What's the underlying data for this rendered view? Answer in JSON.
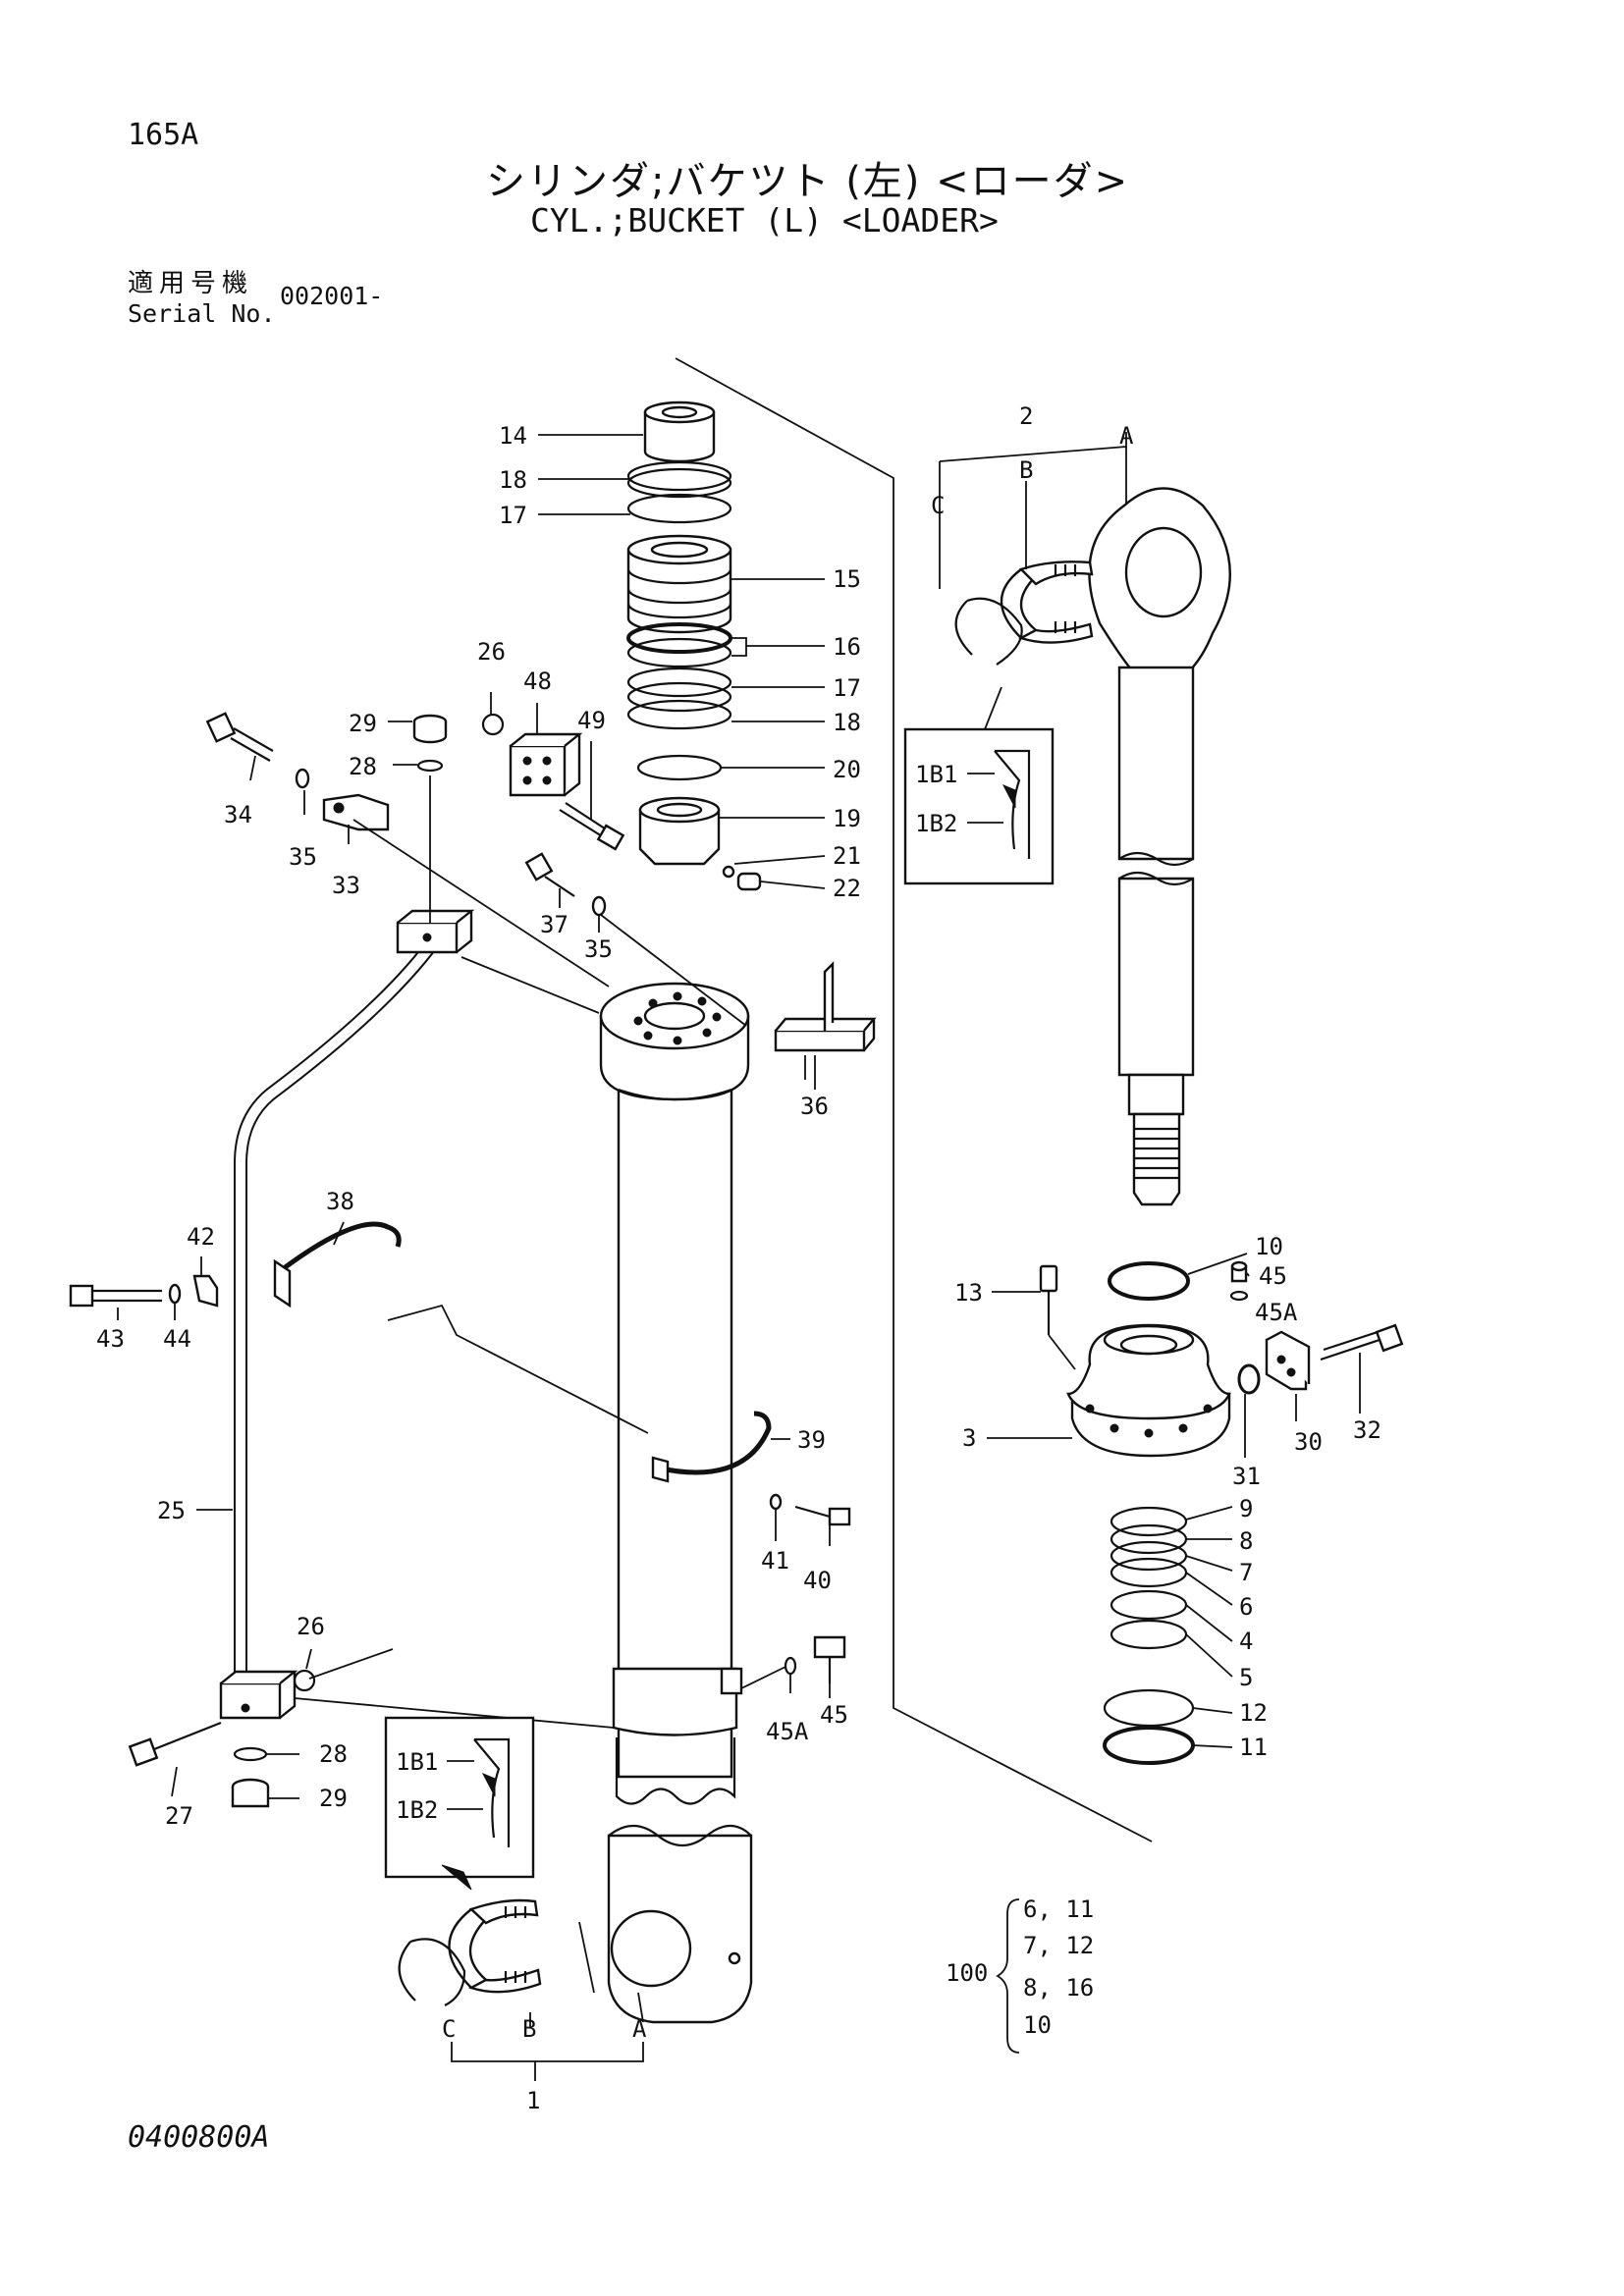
{
  "page_number": "165A",
  "title_jp": "シリンダ;バケツト (左) <ローダ>",
  "title_en": "CYL.;BUCKET (L) <LOADER>",
  "serial": {
    "label_jp": "適用号機",
    "label_en": "Serial No.",
    "value": "002001-"
  },
  "drawing_number": "0400800A",
  "callouts": {
    "n14": "14",
    "n18a": "18",
    "n17a": "17",
    "n15": "15",
    "n16": "16",
    "n17b": "17",
    "n18b": "18",
    "n20": "20",
    "n19": "19",
    "n21": "21",
    "n22": "22",
    "n26a": "26",
    "n48": "48",
    "n49": "49",
    "n29a": "29",
    "n28a": "28",
    "n34": "34",
    "n35a": "35",
    "n33": "33",
    "n37": "37",
    "n35b": "35",
    "n36": "36",
    "n38": "38",
    "n42": "42",
    "n43": "43",
    "n44": "44",
    "n39": "39",
    "n25": "25",
    "n41": "41",
    "n40": "40",
    "n26b": "26",
    "n45a_b": "45A",
    "n45_b": "45",
    "n28b": "28",
    "n29b": "29",
    "n27": "27",
    "n2": "2",
    "nA1": "A",
    "nB1": "B",
    "nC1": "C",
    "n10": "10",
    "n45_a": "45",
    "n45a_a": "45A",
    "n13": "13",
    "n3": "3",
    "n31": "31",
    "n30": "30",
    "n32": "32",
    "n9": "9",
    "n8": "8",
    "n7": "7",
    "n6": "6",
    "n4": "4",
    "n5": "5",
    "n12": "12",
    "n11": "11",
    "n1": "1",
    "nA2": "A",
    "nB2": "B",
    "nC2": "C",
    "d1b1a": "1B1",
    "d1b2a": "1B2",
    "d1b1b": "1B1",
    "d1b2b": "1B2"
  },
  "kit": {
    "label": "100",
    "rows": [
      "6, 11",
      "7, 12",
      "8, 16",
      "10"
    ]
  }
}
